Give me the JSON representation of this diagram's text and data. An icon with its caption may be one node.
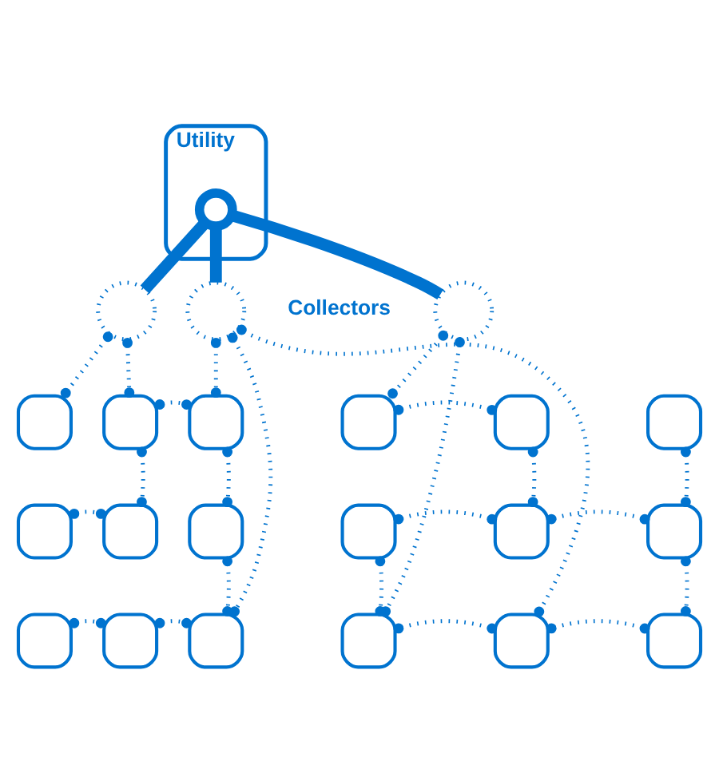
{
  "diagram": {
    "nodes": [
      {
        "text": [
          "Utility"
        ]
      },
      {
        "text": [],
        "shape": "circle",
        "in": 0
      },
      {
        "text": [],
        "shape": "circle"
      },
      {
        "text": [],
        "shape": "circle",
        "beside": [
          "Collectors"
        ]
      },
      {
        "text": [],
        "shape": "circle"
      },
      {
        "text": [],
        "shape": "box"
      },
      {
        "text": [],
        "shape": "box"
      },
      {
        "text": [],
        "shape": "box"
      },
      {
        "text": [],
        "shape": "box"
      },
      {
        "text": [],
        "shape": "box"
      },
      {
        "text": [],
        "shape": "box"
      },
      {
        "text": [],
        "shape": "box"
      },
      {
        "text": [],
        "shape": "box"
      },
      {
        "text": [],
        "shape": "box"
      },
      {
        "text": [],
        "shape": "box"
      },
      {
        "text": [],
        "shape": "box"
      },
      {
        "text": [],
        "shape": "box"
      },
      {
        "text": [],
        "shape": "box"
      },
      {
        "text": [],
        "shape": "box"
      },
      {
        "text": [],
        "shape": "box"
      },
      {
        "text": [],
        "shape": "box"
      },
      {
        "text": [],
        "shape": "box"
      },
      {
        "text": [],
        "shape": "box"
      }
    ],
    "edges": [
      {
        "from": 1,
        "to": 4,
        "arrow": "none",
        "style": "thick"
      },
      {
        "from": 1,
        "to": 2,
        "arrow": "none",
        "style": "thick"
      },
      {
        "from": 1,
        "to": 3,
        "arrow": "none",
        "style": "thick"
      },
      {
        "from": 4,
        "to": 14,
        "arrow": "other",
        "style": "dashed"
      },
      {
        "from": 4,
        "to": 20,
        "arrow": "other",
        "style": "dashed"
      },
      {
        "from": 14,
        "to": 15,
        "arrow": "other",
        "style": "dashed"
      },
      {
        "from": 15,
        "to": 18,
        "arrow": "other",
        "style": "dashed"
      },
      {
        "from": 16,
        "to": 19,
        "arrow": "other",
        "style": "dashed"
      },
      {
        "from": 17,
        "to": 18,
        "arrow": "other",
        "style": "dashed"
      },
      {
        "from": 18,
        "to": 19,
        "arrow": "other",
        "style": "dashed"
      },
      {
        "from": 17,
        "to": 20,
        "arrow": "other",
        "style": "dashed"
      },
      {
        "from": 19,
        "to": 22,
        "arrow": "other",
        "style": "dashed"
      },
      {
        "from": 20,
        "to": 21,
        "arrow": "other",
        "style": "dashed"
      },
      {
        "from": 21,
        "to": 22,
        "arrow": "other",
        "style": "dashed"
      },
      {
        "from": 3,
        "to": 21,
        "arrow": "other",
        "style": "dashed"
      },
      {
        "from": 2,
        "to": 5,
        "arrow": "other",
        "style": "dashed"
      },
      {
        "from": 2,
        "to": 6,
        "arrow": "other",
        "style": "dashed"
      },
      {
        "from": 6,
        "to": 7,
        "arrow": "other",
        "style": "dashed"
      },
      {
        "from": 3,
        "to": 7,
        "arrow": "other",
        "style": "dashed"
      },
      {
        "from": 6,
        "to": 9,
        "arrow": "other",
        "style": "dashed"
      },
      {
        "from": 7,
        "to": 10,
        "arrow": "other",
        "style": "dashed"
      },
      {
        "from": 8,
        "to": 9,
        "arrow": "other",
        "style": "dashed"
      },
      {
        "from": 10,
        "to": 13,
        "arrow": "other",
        "style": "dashed"
      },
      {
        "from": 11,
        "to": 12,
        "arrow": "other",
        "style": "dashed"
      },
      {
        "from": 12,
        "to": 13,
        "arrow": "other",
        "style": "dashed"
      },
      {
        "from": 3,
        "to": 13,
        "arrow": "other",
        "style": "dashed"
      }
    ]
  }
}
